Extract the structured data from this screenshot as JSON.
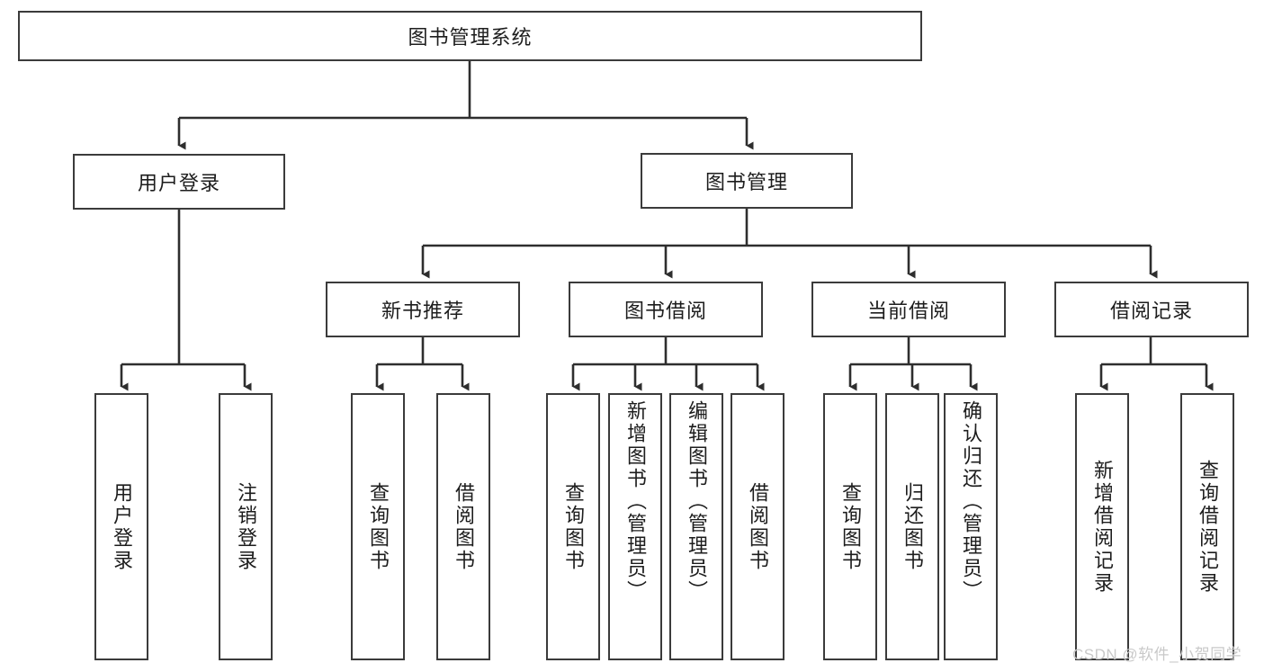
{
  "diagram": {
    "title": "图书管理系统",
    "type": "tree-hierarchy",
    "root": {
      "label": "图书管理系统"
    },
    "level2": [
      {
        "label": "用户登录"
      },
      {
        "label": "图书管理"
      }
    ],
    "level3": [
      {
        "label": "新书推荐"
      },
      {
        "label": "图书借阅"
      },
      {
        "label": "当前借阅"
      },
      {
        "label": "借阅记录"
      }
    ],
    "leaves": {
      "user_login": [
        {
          "label": "用户登录"
        },
        {
          "label": "注销登录"
        }
      ],
      "new_book_recommend": [
        {
          "label": "查询图书"
        },
        {
          "label": "借阅图书"
        }
      ],
      "book_borrow": [
        {
          "label": "查询图书"
        },
        {
          "label": "新增图书（管理员）"
        },
        {
          "label": "编辑图书（管理员）"
        },
        {
          "label": "借阅图书"
        }
      ],
      "current_borrow": [
        {
          "label": "查询图书"
        },
        {
          "label": "归还图书"
        },
        {
          "label": "确认归还（管理员）"
        }
      ],
      "borrow_record": [
        {
          "label": "新增借阅记录"
        },
        {
          "label": "查询借阅记录"
        }
      ]
    }
  },
  "watermark": {
    "text": "CSDN @软件_小贺同学"
  },
  "colors": {
    "border": "#3b3b3b",
    "text": "#1d1d1d",
    "background": "#ffffff",
    "watermark": "#c9c9c9"
  }
}
